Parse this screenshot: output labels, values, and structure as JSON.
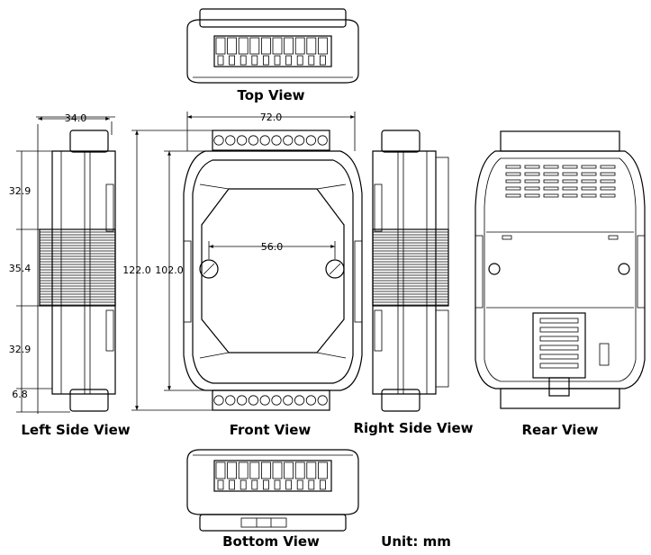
{
  "views": {
    "top": "Top View",
    "left": "Left Side View",
    "front": "Front View",
    "right": "Right Side View",
    "rear": "Rear View",
    "bottom": "Bottom View"
  },
  "unit": "Unit: mm",
  "dimensions": {
    "side_depth": "34.0",
    "front_width": "72.0",
    "mount_spacing": "56.0",
    "total_height": "122.0",
    "body_height": "102.0",
    "seg_top": "32.9",
    "seg_middle": "35.4",
    "seg_bottom": "32.9",
    "seg_base": "6.8"
  }
}
